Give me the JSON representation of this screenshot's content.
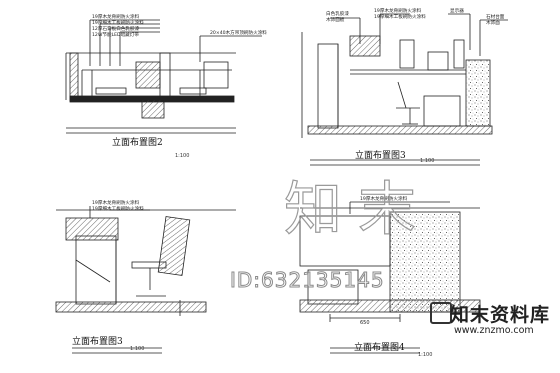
{
  "panels": [
    {
      "title": "立面布置图2",
      "scale": "1:100"
    },
    {
      "title": "立面布置图3",
      "scale": "1:100"
    },
    {
      "title": "立面布置图3",
      "scale": "1:100"
    },
    {
      "title": "立面布置图4",
      "scale": "1:100"
    }
  ],
  "notes": {
    "p1": [
      "19厚木龙骨刷防火涂料",
      "19厚细木工板刷防火涂料",
      "12厚石膏板白色乳胶漆",
      "12W节能LED暗藏灯带",
      "20×40木方吊顶刷防火涂料"
    ],
    "p2": [
      "白色乳胶漆",
      "木饰面板",
      "19厚木龙骨刷防火涂料",
      "19厚细木工板刷防火涂料",
      "显示器",
      "石材台面",
      "木饰面"
    ],
    "p3": [
      "19厚木龙骨刷防火涂料",
      "19厚细木工板刷防火涂料"
    ],
    "p4": [
      "19厚木龙骨刷防火涂料"
    ]
  },
  "dims": {
    "p4_width": "650"
  },
  "watermark": {
    "chars": [
      "知",
      "末"
    ],
    "id": "ID:632135145",
    "brand": "知末资料库",
    "url": "www.znzmo.com"
  }
}
